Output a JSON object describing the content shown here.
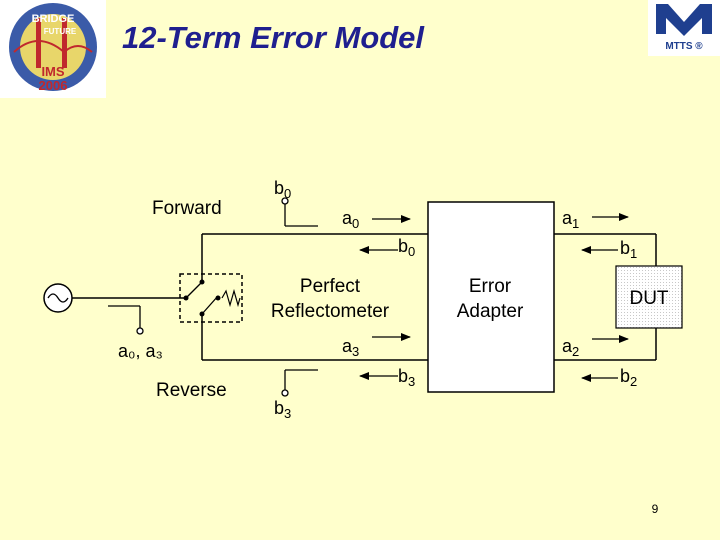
{
  "slide": {
    "title": "12-Term Error Model",
    "page_number": "9"
  },
  "logos": {
    "left_text_1": "BRIDGE",
    "left_text_2": "FUTURE",
    "left_text_3": "IMS",
    "left_text_4": "2006",
    "right_text": "MTTS ®"
  },
  "diagram": {
    "forward_label": "Forward",
    "reverse_label": "Reverse",
    "reflectometer_line1": "Perfect",
    "reflectometer_line2": "Reflectometer",
    "adapter_line1": "Error",
    "adapter_line2": "Adapter",
    "dut_label": "DUT",
    "source_label": "a₀, a₃",
    "waves": {
      "b0_top": {
        "base": "b",
        "sub": "0"
      },
      "a0": {
        "base": "a",
        "sub": "0"
      },
      "b0": {
        "base": "b",
        "sub": "0"
      },
      "a1": {
        "base": "a",
        "sub": "1"
      },
      "b1": {
        "base": "b",
        "sub": "1"
      },
      "a3": {
        "base": "a",
        "sub": "3"
      },
      "b3": {
        "base": "b",
        "sub": "3"
      },
      "a2": {
        "base": "a",
        "sub": "2"
      },
      "b2": {
        "base": "b",
        "sub": "2"
      },
      "b3_bottom": {
        "base": "b",
        "sub": "3"
      }
    }
  },
  "colors": {
    "background": "#FFFFCC",
    "title": "#1F1F8F",
    "logo_red": "#C0282D",
    "logo_blue": "#1F3F8F"
  }
}
